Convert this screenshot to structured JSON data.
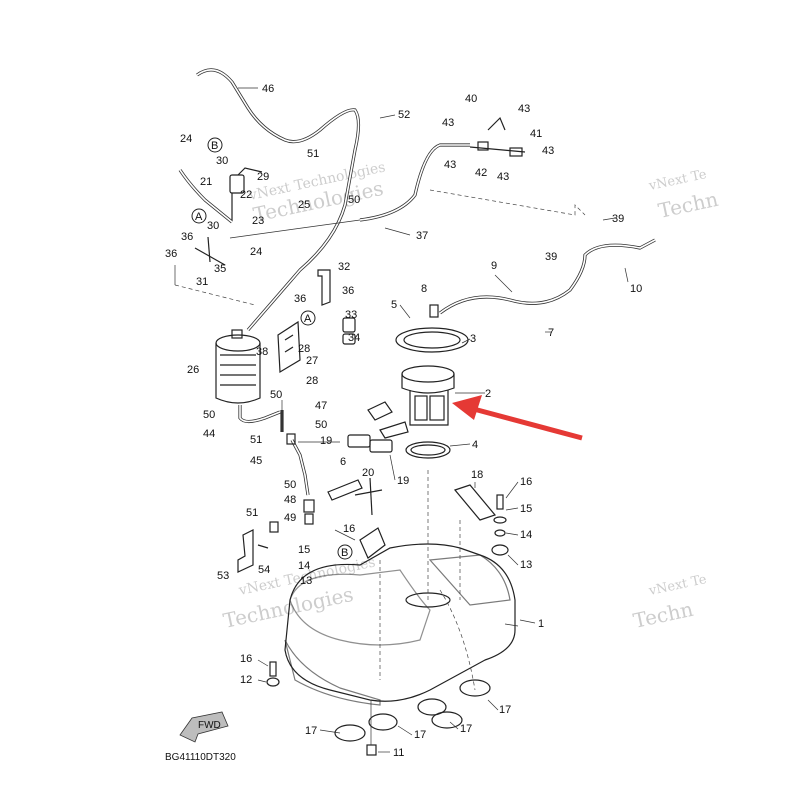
{
  "diagram_code": "BG41110DT320",
  "fwd_label": "FWD",
  "watermark": {
    "line1": "vNext Technologies",
    "line2": "Technologies",
    "corner1": "vNext Te",
    "corner2": "Techn"
  },
  "callouts": {
    "c1": "1",
    "c2": "2",
    "c3": "3",
    "c4": "4",
    "c5": "5",
    "c6": "6",
    "c7": "7",
    "c8": "8",
    "c9": "9",
    "c10": "10",
    "c11": "11",
    "c12": "12",
    "c13": "13",
    "c14": "14",
    "c15": "15",
    "c16": "16",
    "c17": "17",
    "c18": "18",
    "c19": "19",
    "c20": "20",
    "c21": "21",
    "c22": "22",
    "c23": "23",
    "c24": "24",
    "c25": "25",
    "c26": "26",
    "c27": "27",
    "c28": "28",
    "c29": "29",
    "c30": "30",
    "c31": "31",
    "c32": "32",
    "c33": "33",
    "c34": "34",
    "c35": "35",
    "c36": "36",
    "c37": "37",
    "c38": "38",
    "c39": "39",
    "c40": "40",
    "c41": "41",
    "c42": "42",
    "c43": "43",
    "c44": "44",
    "c45": "45",
    "c46": "46",
    "c47": "47",
    "c48": "48",
    "c49": "49",
    "c50": "50",
    "c51": "51",
    "c52": "52",
    "c53": "53",
    "c54": "54"
  },
  "ref_marks": {
    "a": "A",
    "b": "B"
  },
  "highlight": {
    "target": "fuel pump assembly",
    "color": "#e53935"
  },
  "colors": {
    "line": "#222222",
    "arrow": "#e53935",
    "watermark": "#c8c8c8"
  }
}
